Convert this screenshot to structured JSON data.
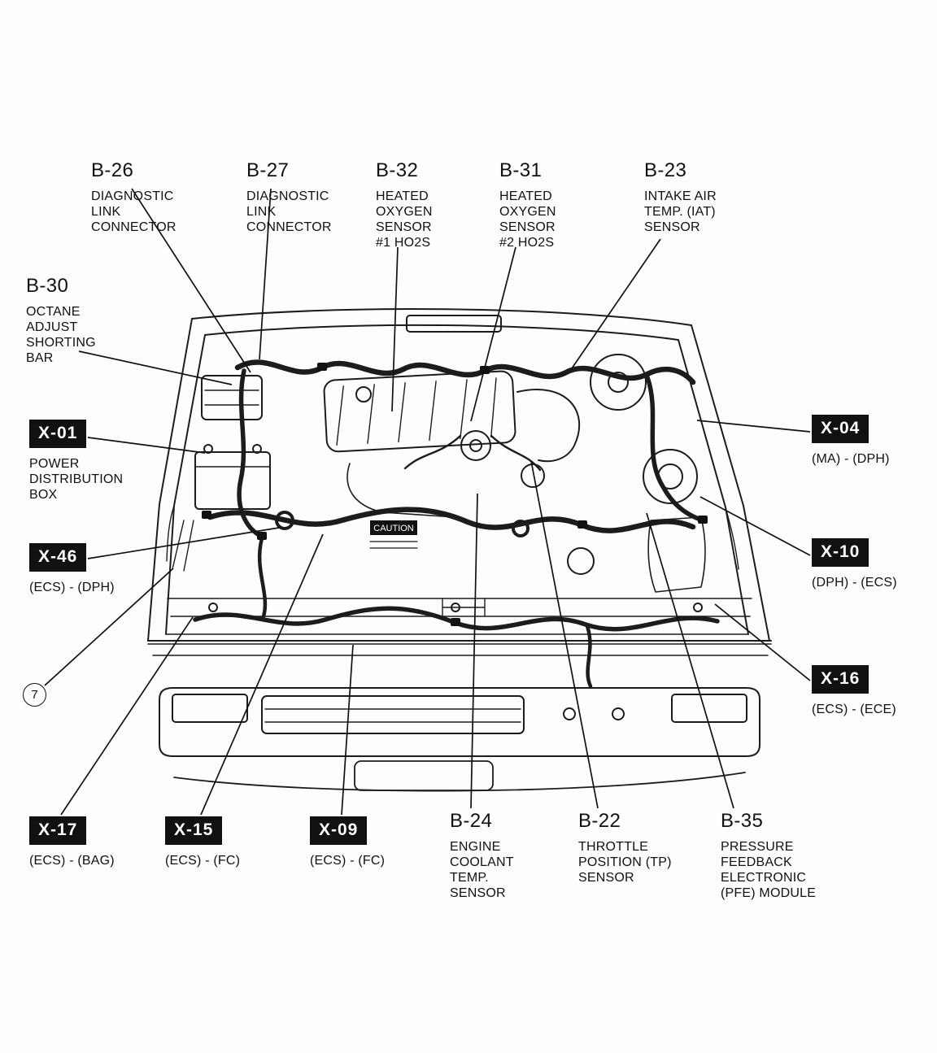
{
  "page": {
    "background": "#fdfdfc",
    "ink": "#111111"
  },
  "engine": {
    "caution": "CAUTION"
  },
  "callouts": {
    "b26": {
      "id": "B-26",
      "desc": "DIAGNOSTIC\nLINK\nCONNECTOR"
    },
    "b27": {
      "id": "B-27",
      "desc": "DIAGNOSTIC\nLINK\nCONNECTOR"
    },
    "b32": {
      "id": "B-32",
      "desc": "HEATED\nOXYGEN\nSENSOR\n#1 HO2S"
    },
    "b31": {
      "id": "B-31",
      "desc": "HEATED\nOXYGEN\nSENSOR\n#2 HO2S"
    },
    "b23": {
      "id": "B-23",
      "desc": "INTAKE AIR\nTEMP. (IAT)\nSENSOR"
    },
    "b30": {
      "id": "B-30",
      "desc": "OCTANE\nADJUST\nSHORTING\nBAR"
    },
    "x01": {
      "id": "X-01",
      "desc": "POWER\nDISTRIBUTION\nBOX"
    },
    "x46": {
      "id": "X-46",
      "desc": "(ECS) - (DPH)"
    },
    "ref7": {
      "id": "7"
    },
    "x04": {
      "id": "X-04",
      "desc": "(MA) - (DPH)"
    },
    "x10": {
      "id": "X-10",
      "desc": "(DPH) - (ECS)"
    },
    "x16": {
      "id": "X-16",
      "desc": "(ECS) - (ECE)"
    },
    "x17": {
      "id": "X-17",
      "desc": "(ECS) - (BAG)"
    },
    "x15": {
      "id": "X-15",
      "desc": "(ECS) - (FC)"
    },
    "x09": {
      "id": "X-09",
      "desc": "(ECS) - (FC)"
    },
    "b24": {
      "id": "B-24",
      "desc": "ENGINE\nCOOLANT\nTEMP.\nSENSOR"
    },
    "b22": {
      "id": "B-22",
      "desc": "THROTTLE\nPOSITION (TP)\nSENSOR"
    },
    "b35": {
      "id": "B-35",
      "desc": "PRESSURE\nFEEDBACK\nELECTRONIC\n(PFE) MODULE"
    }
  }
}
